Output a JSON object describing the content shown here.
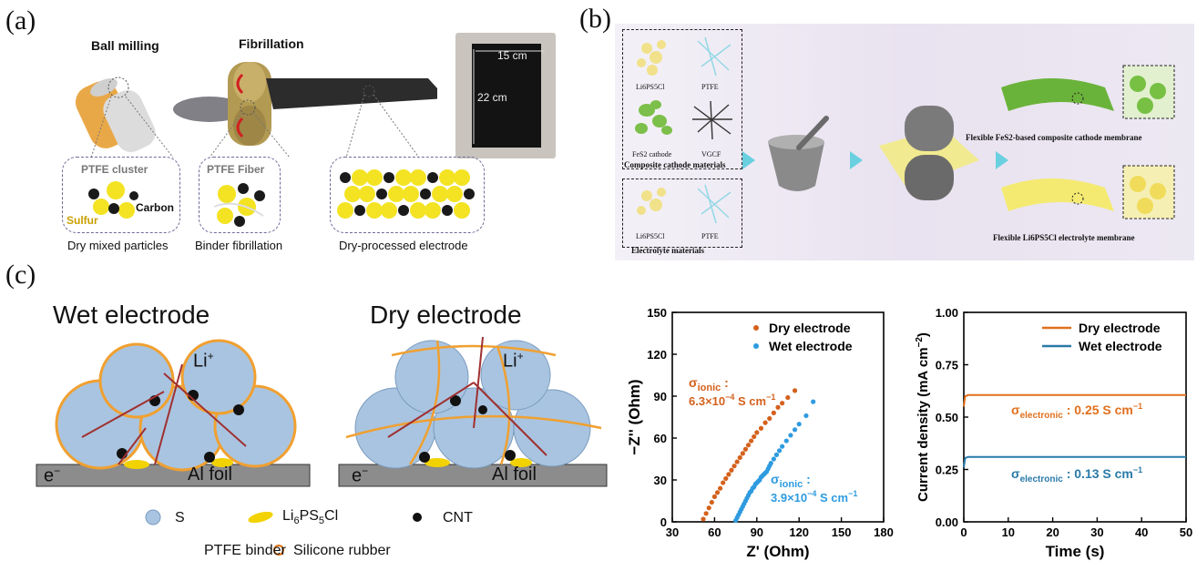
{
  "panels": {
    "a": "(a)",
    "b": "(b)",
    "c": "(c)"
  },
  "panel_a": {
    "step1_title": "Ball milling",
    "step2_title": "Fibrillation",
    "photo_width": "15 cm",
    "photo_height": "22 cm",
    "box1": {
      "cluster": "PTFE cluster",
      "sulfur": "Sulfur",
      "carbon": "Carbon",
      "caption": "Dry mixed particles"
    },
    "box2": {
      "fiber": "PTFE Fiber",
      "caption": "Binder fibrillation"
    },
    "box3": {
      "caption": "Dry-processed electrode"
    }
  },
  "panel_b": {
    "cathode_labels": {
      "lps": "Li6PS5Cl",
      "ptfe": "PTFE",
      "fes2": "FeS2 cathode",
      "vgcf": "VGCF",
      "caption": "Composite cathode  materials"
    },
    "electrolyte_labels": {
      "lps": "Li6PS5Cl",
      "ptfe": "PTFE",
      "caption": "Electrolyte  materials"
    },
    "out_top": "Flexible FeS2-based composite cathode membrane",
    "out_bottom": "Flexible Li6PS5Cl electrolyte membrane"
  },
  "panel_c": {
    "wet_title": "Wet electrode",
    "dry_title": "Dry electrode",
    "li_label": "Li",
    "li_sup": "+",
    "e_label": "e",
    "e_sup": "−",
    "foil": "Al foil",
    "legend": {
      "s": "S",
      "lps": "Li6PS5Cl",
      "cnt": "CNT",
      "ptfe": "PTFE binder",
      "rubber": "Silicone rubber"
    }
  },
  "colors": {
    "dry": "#d4611c",
    "wet": "#2e9be0",
    "dry_line": "#e0701e",
    "wet_line": "#2a7aa8",
    "sphere": "#a9c4e0",
    "ptfe": "#f0a030",
    "lps": "#f2d200"
  },
  "chart_data": [
    {
      "type": "scatter",
      "xlabel": "Z' (Ohm)",
      "ylabel": "−Z'' (Ohm)",
      "xlim": [
        30,
        180
      ],
      "ylim": [
        0,
        150
      ],
      "xticks": [
        "30",
        "60",
        "90",
        "120",
        "150",
        "180"
      ],
      "yticks": [
        "0",
        "30",
        "60",
        "90",
        "120",
        "150"
      ],
      "legend_position": "top-right",
      "series": [
        {
          "name": "Dry electrode",
          "x": [
            52,
            54,
            56,
            58,
            60,
            62,
            64,
            66,
            68,
            70,
            72,
            74,
            76,
            78,
            80,
            82,
            84,
            86,
            88,
            90,
            93,
            96,
            99,
            102,
            105,
            108,
            112,
            117
          ],
          "y": [
            2,
            6,
            10,
            14,
            18,
            21,
            24,
            28,
            31,
            34,
            37,
            40,
            43,
            46,
            49,
            52,
            55,
            58,
            61,
            64,
            67,
            71,
            74,
            78,
            82,
            85,
            89,
            94
          ]
        },
        {
          "name": "Wet electrode",
          "x": [
            75,
            76,
            77,
            78,
            79,
            80,
            81,
            82,
            83,
            84,
            85,
            86,
            87,
            88,
            89,
            90,
            91,
            92,
            93,
            94,
            95,
            96,
            97,
            98,
            99,
            100,
            102,
            104,
            106,
            108,
            111,
            114,
            117,
            120,
            125,
            130
          ],
          "y": [
            1,
            3,
            5,
            7,
            9,
            11,
            13,
            15,
            17,
            19,
            21,
            22,
            24,
            25,
            27,
            28,
            29,
            30,
            32,
            33,
            34,
            35,
            36,
            38,
            40,
            42,
            45,
            48,
            51,
            54,
            58,
            62,
            66,
            70,
            76,
            86
          ]
        }
      ],
      "annotations": [
        {
          "sigma": "σ",
          "sub": "ionic",
          "suffix": " :",
          "value": "6.3×10",
          "exp": "−4",
          "unit": " S cm",
          "unit_exp": "−1"
        },
        {
          "sigma": "σ",
          "sub": "ionic",
          "suffix": " :",
          "value": "3.9×10",
          "exp": "−4",
          "unit": " S cm",
          "unit_exp": "−1"
        }
      ]
    },
    {
      "type": "line",
      "xlabel": "Time (s)",
      "ylabel": "Current density (mA cm",
      "ylabel_exp": "−2",
      "ylabel_end": ")",
      "xlim": [
        0,
        50
      ],
      "ylim": [
        0.0,
        1.0
      ],
      "xticks": [
        "0",
        "10",
        "20",
        "30",
        "40",
        "50"
      ],
      "yticks": [
        "0.00",
        "0.25",
        "0.50",
        "0.75",
        "1.00"
      ],
      "legend_position": "top-right",
      "series": [
        {
          "name": "Dry electrode",
          "x": [
            0,
            0.3,
            1,
            50
          ],
          "y": [
            0.55,
            0.6,
            0.605,
            0.605
          ]
        },
        {
          "name": "Wet electrode",
          "x": [
            0,
            0.3,
            1,
            50
          ],
          "y": [
            0.26,
            0.305,
            0.31,
            0.31
          ]
        }
      ],
      "annotations": [
        {
          "sigma": "σ",
          "sub": "electronic",
          "value": " : 0.25 S cm",
          "exp": "−1"
        },
        {
          "sigma": "σ",
          "sub": "electronic",
          "value": " : 0.13 S cm",
          "exp": "−1"
        }
      ]
    }
  ]
}
